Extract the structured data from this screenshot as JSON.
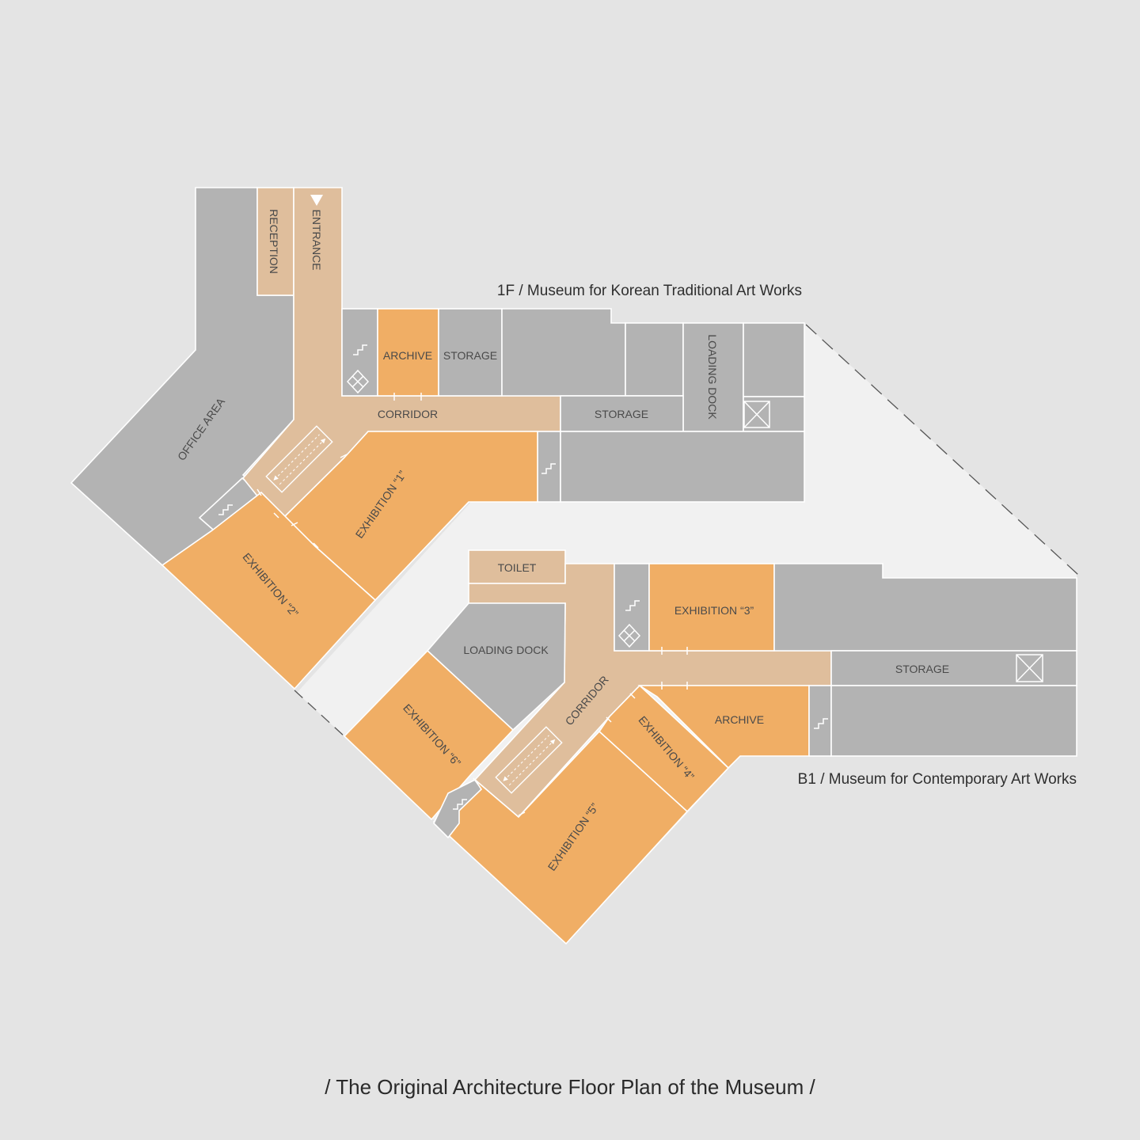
{
  "caption": "/ The Original Architecture Floor Plan of the Museum /",
  "floors": {
    "f1": {
      "title": "1F / Museum for Korean Traditional Art Works",
      "rooms": {
        "reception": "RECEPTION",
        "entrance": "ENTRANCE",
        "office_area": "OFFICE AREA",
        "archive": "ARCHIVE",
        "storage_a": "STORAGE",
        "storage_b": "STORAGE",
        "loading_dock": "LOADING DOCK",
        "corridor": "CORRIDOR",
        "exhibition_1": "EXHIBITION “1”",
        "exhibition_2": "EXHIBITION “2”"
      }
    },
    "b1": {
      "title": "B1 / Museum for Contemporary Art Works",
      "rooms": {
        "toilet": "TOILET",
        "loading_dock": "LOADING DOCK",
        "exhibition_3": "EXHIBITION “3”",
        "storage": "STORAGE",
        "archive": "ARCHIVE",
        "corridor": "CORRIDOR",
        "exhibition_4": "EXHIBITION “4”",
        "exhibition_5": "EXHIBITION “5”",
        "exhibition_6": "EXHIBITION “6”"
      }
    }
  },
  "colors": {
    "background": "#e4e4e4",
    "void": "#f1f1f1",
    "service_gray": "#b3b3b3",
    "exhibition_orange": "#f0ae65",
    "circulation_beige": "#dfbe9c"
  }
}
